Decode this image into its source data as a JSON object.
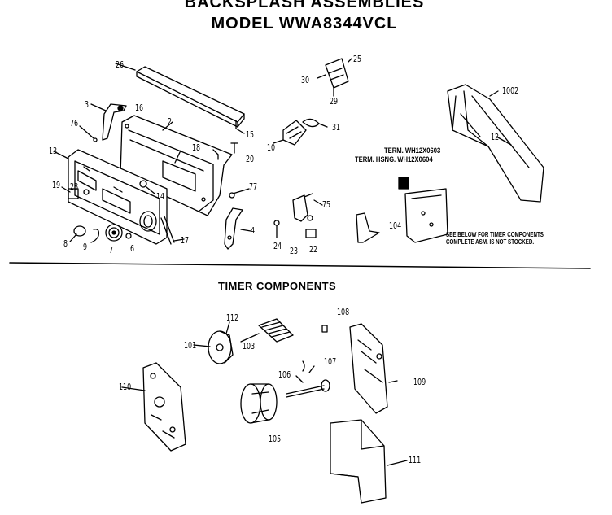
{
  "header": {
    "title_line1": "BACKSPLASH ASSEMBLIES",
    "title_line2": "MODEL WWA8344VCL"
  },
  "section_title": "TIMER COMPONENTS",
  "terminals": {
    "term": "TERM.  WH12X0603",
    "term_housing": "TERM. HSNG.  WH12X0604"
  },
  "note": {
    "line1": "SEE BELOW FOR TIMER COMPONENTS",
    "line2": "COMPLETE ASM. IS NOT STOCKED."
  },
  "labels": {
    "p26": "26",
    "p25": "25",
    "p30": "30",
    "p29": "29",
    "p1002": "1002",
    "p3": "3",
    "p16": "16",
    "p2": "2",
    "p76": "76",
    "p15": "15",
    "p31": "31",
    "p12": "12",
    "p18": "18",
    "p10": "10",
    "p20": "20",
    "p13": "13",
    "p77": "77",
    "p19": "19",
    "p28": "28",
    "p14": "14",
    "p75": "75",
    "p104": "104",
    "p8": "8",
    "p9": "9",
    "p7": "7",
    "p6": "6",
    "p17": "17",
    "p4": "4",
    "p24": "24",
    "p23": "23",
    "p22": "22",
    "p112": "112",
    "p108": "108",
    "p101": "101",
    "p103": "103",
    "p107": "107",
    "p106": "106",
    "p109": "109",
    "p110": "110",
    "p105": "105",
    "p111": "111"
  }
}
